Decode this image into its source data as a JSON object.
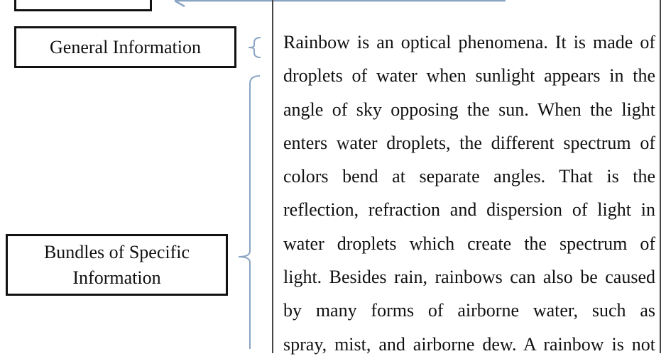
{
  "diagram": {
    "type": "text-structure-annotation",
    "colors": {
      "box_border": "#111111",
      "bracket": "#8aa4c4",
      "arrow": "#8aa4c4",
      "panel_border": "#444444",
      "text": "#111111",
      "background": "#ffffff"
    },
    "labels": {
      "top_box": "",
      "general": "General Information",
      "specific_line1": "Bundles of Specific",
      "specific_line2": "Information"
    },
    "text_panel": {
      "lines": [
        "Rainbow is an optical phenomena. It is made of",
        "droplets of water when sunlight appears in the",
        "angle of sky opposing the sun. When the light",
        "enters water droplets, the different spectrum of",
        "colors bend at separate angles. That is the",
        "reflection, refraction and dispersion of light in",
        "water droplets which create the spectrum of",
        "light. Besides rain, rainbows can also be caused",
        "by many forms of airborne water, such as",
        "spray, mist, and airborne dew. A rainbow is not"
      ]
    }
  }
}
